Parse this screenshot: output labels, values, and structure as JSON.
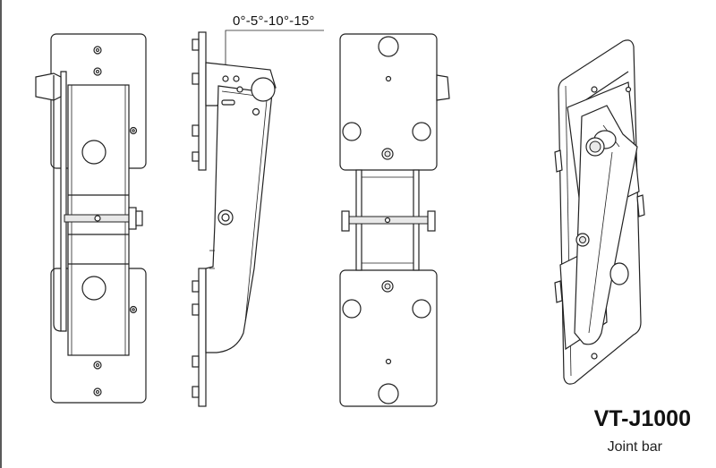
{
  "drawing": {
    "angle_label": "0°-5°-10°-15°",
    "model_title": "VT-J1000",
    "model_subtitle": "Joint bar",
    "line_color": "#222222",
    "background": "#ffffff"
  }
}
